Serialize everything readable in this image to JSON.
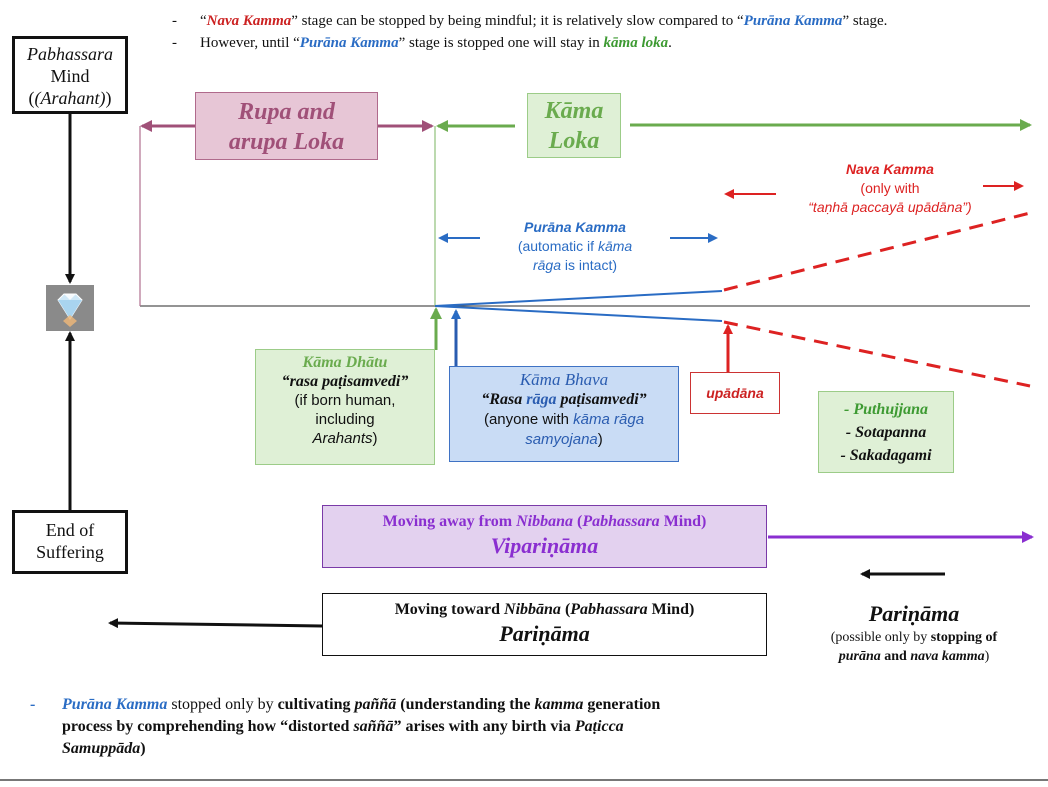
{
  "notes": {
    "line1": {
      "dash": "-",
      "q1": "“",
      "nava": "Nava Kamma",
      "mid": "” stage can be stopped by being mindful; it is relatively slow compared to “",
      "purana": "Purāna Kamma",
      "end": "” stage."
    },
    "line2": {
      "dash": "-",
      "pre": "However, until “",
      "purana": "Purāna Kamma",
      "mid": "” stage is stopped one will stay in ",
      "kama": "kāma loka",
      "end": "."
    }
  },
  "pabhassara": {
    "line1": "Pabhassara",
    "line2": "Mind",
    "line3": "(Arahant)"
  },
  "end_suffering": {
    "line1": "End of",
    "line2": "Suffering"
  },
  "rupa_loka": {
    "line1": "Rupa and",
    "line2": "arupa Loka"
  },
  "kama_loka": {
    "line1": "Kāma",
    "line2": "Loka"
  },
  "nava_kamma": {
    "title": "Nava Kamma",
    "line2": "(only with",
    "line3": "“taṇhā paccayā upādāna”)"
  },
  "purana_kamma": {
    "title": "Purāna Kamma",
    "line2": "(automatic if ",
    "kama_word": "kāma",
    "line3_word": "rāga",
    "line3_rest": " is intact)"
  },
  "kama_dhatu": {
    "title": "Kāma Dhātu",
    "quote": "“rasa paṭisamvedi”",
    "l3": "(if born human,",
    "l4": "including",
    "l5": "Arahants",
    ")": ")"
  },
  "kama_bhava": {
    "title": "Kāma Bhava",
    "q_open": "“Rasa ",
    "raga": "rāga",
    "q_rest": " paṭisamvedi”",
    "l3_pre": "(anyone with ",
    "l3_blue": "kāma rāga",
    "l4_blue": "samyojana",
    "l4_end": ")"
  },
  "upadana": {
    "label": "upādāna"
  },
  "beings": {
    "items": [
      "- Puthujjana",
      "- Sotapanna",
      "- Sakadagami"
    ]
  },
  "away": {
    "line1_pre": "Moving away from ",
    "line1_it": "Nibbana",
    "line1_mid": " (",
    "line1_it2": "Pabhassara",
    "line1_end": " Mind)",
    "line2": "Vipariṇāma"
  },
  "toward": {
    "line1_pre": "Moving toward ",
    "line1_it": "Nibbāna",
    "line1_mid": " (",
    "line1_it2": "Pabhassara",
    "line1_end": " Mind)",
    "line2": "Pariṇāma"
  },
  "parinama_side": {
    "title": "Pariṇāma",
    "l2_pre": "(possible only by ",
    "l2_b": "stopping of",
    "l3_i1": "purāna",
    "l3_and": " and ",
    "l3_i2": "nava kamma",
    "l3_end": ")"
  },
  "bottom_note": {
    "dash": "-",
    "purana": "Purāna Kamma",
    "t1": " stopped only by ",
    "t1b": "cultivating ",
    "t1i": "paññā",
    "t2": " (understanding the ",
    "t2i": "kamma",
    "t3": " generation",
    "l2": "process by comprehending how “distorted ",
    "l2i": "saññā",
    "l2b": "” arises with any birth via ",
    "l2i2": "Paṭicca",
    "l3": "Samuppāda",
    ")": ")"
  },
  "colors": {
    "red": "#cc2222",
    "blue": "#2a6cc4",
    "green": "#3d9a32",
    "purple": "#7a2fb0",
    "pink": "#a05078"
  },
  "icons": {
    "gem": "diamond-icon"
  }
}
